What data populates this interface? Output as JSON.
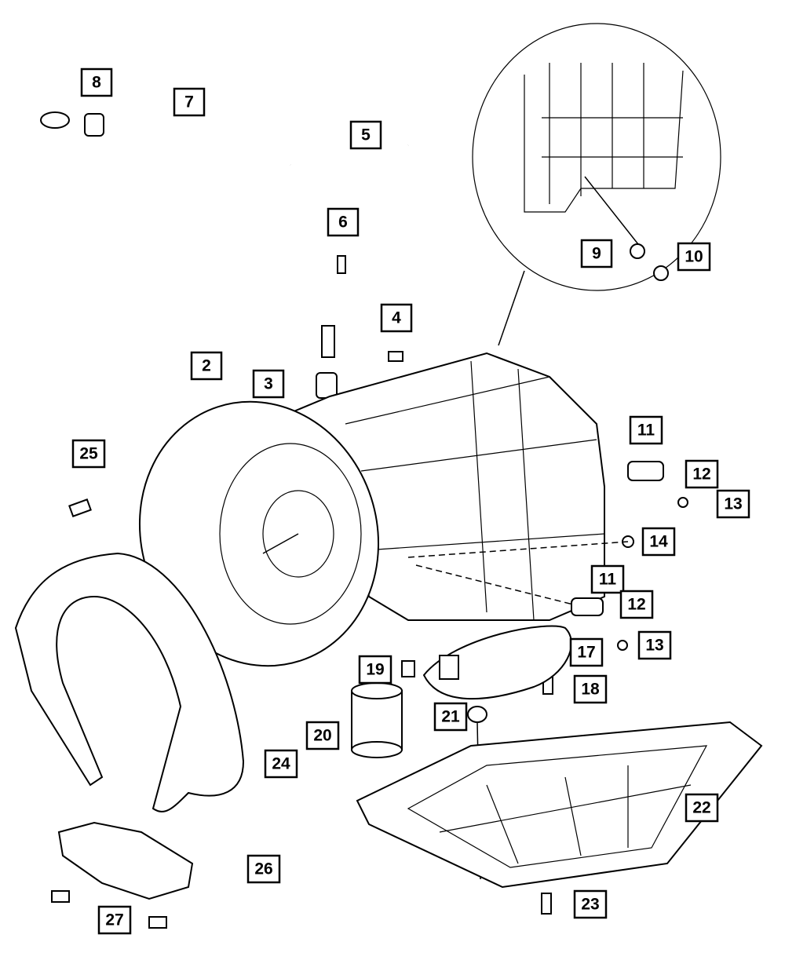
{
  "diagram": {
    "type": "exploded parts diagram",
    "callouts": {
      "c2": "2",
      "c3": "3",
      "c4": "4",
      "c5": "5",
      "c6": "6",
      "c7": "7",
      "c8": "8",
      "c9": "9",
      "c10": "10",
      "c11a": "11",
      "c11b": "11",
      "c12a": "12",
      "c12b": "12",
      "c13a": "13",
      "c13b": "13",
      "c14": "14",
      "c17": "17",
      "c18": "18",
      "c19": "19",
      "c20": "20",
      "c21": "21",
      "c22": "22",
      "c23": "23",
      "c24": "24",
      "c25": "25",
      "c26": "26",
      "c27": "27"
    }
  }
}
